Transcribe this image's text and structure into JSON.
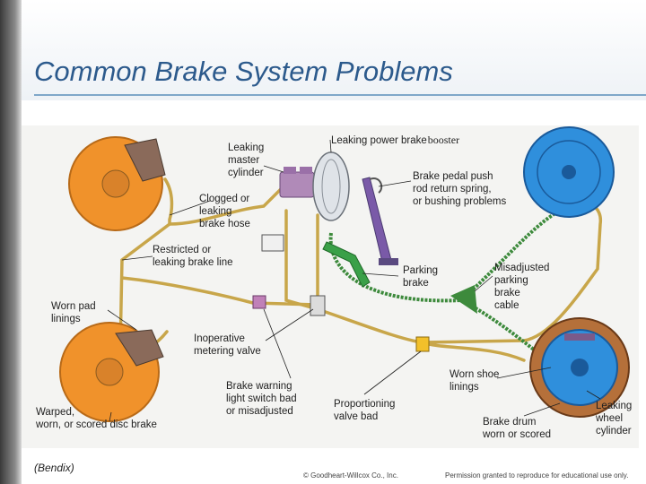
{
  "slide": {
    "title": "Common Brake System Problems",
    "credit": "(Bendix)",
    "copyright": "© Goodheart-Willcox Co., Inc.",
    "permission": "Permission granted to reproduce for educational use only."
  },
  "diagram": {
    "labels": {
      "booster_main": "Leaking power brake",
      "booster_suffix": "booster",
      "master_1": "Leaking",
      "master_2": "master",
      "master_3": "cylinder",
      "hose_1": "Clogged or",
      "hose_2": "leaking",
      "hose_3": "brake hose",
      "pedal_1": "Brake pedal push",
      "pedal_2": "rod return spring,",
      "pedal_3": "or bushing problems",
      "line_1": "Restricted or",
      "line_2": "leaking brake line",
      "pads_1": "Worn pad",
      "pads_2": "linings",
      "parking_1": "Parking",
      "parking_2": "brake",
      "cable_1": "Misadjusted",
      "cable_2": "parking",
      "cable_3": "brake",
      "cable_4": "cable",
      "meter_1": "Inoperative",
      "meter_2": "metering valve",
      "warn_1": "Brake warning",
      "warn_2": "light switch bad",
      "warn_3": "or misadjusted",
      "prop_1": "Proportioning",
      "prop_2": "valve bad",
      "shoe_1": "Worn shoe",
      "shoe_2": "linings",
      "disc_1": "Warped,",
      "disc_2": "worn, or scored disc brake",
      "drum_1": "Brake drum",
      "drum_2": "worn or scored",
      "wheel_1": "Leaking",
      "wheel_2": "wheel",
      "wheel_3": "cylinder"
    },
    "colors": {
      "disc_rotor": "#f0922b",
      "drum_blue": "#2f8fdc",
      "drum_brown": "#b5703a",
      "master_cylinder": "#b08ab8",
      "booster": "#dfe3e8",
      "pedal": "#7a5aa8",
      "parking_lever": "#3aa048",
      "parking_cable": "#3d8a3c",
      "brake_line": "#c8a64a",
      "proportioning_valve": "#f2c02a",
      "warning_switch": "#c080b8"
    }
  }
}
